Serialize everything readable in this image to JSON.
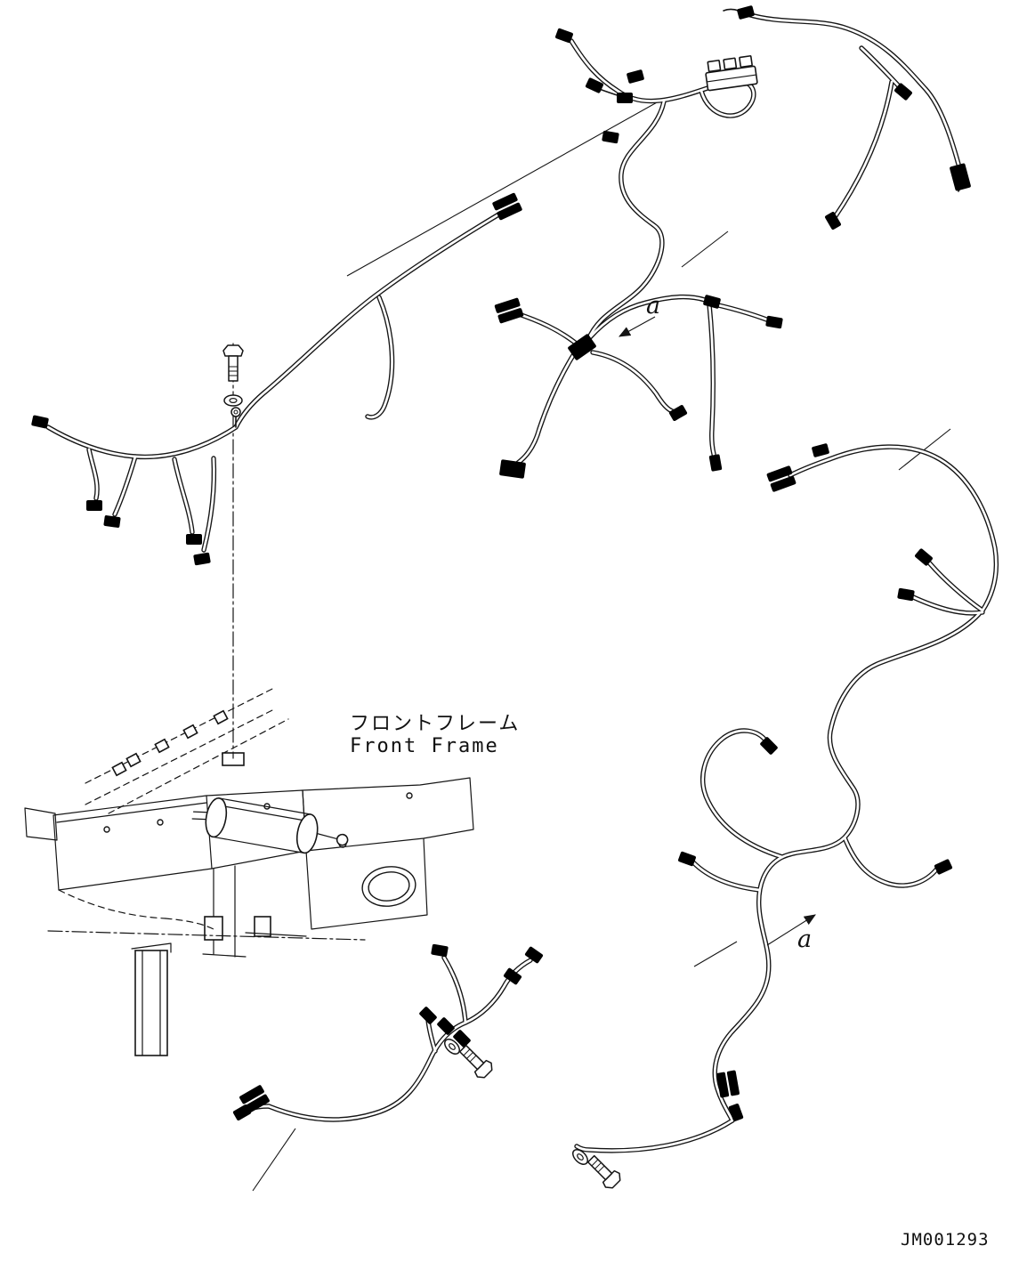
{
  "diagram": {
    "type": "parts-exploded-view-wiring-harness",
    "labels": {
      "frame_jp": "フロントフレーム",
      "frame_en": "Front Frame",
      "section_top": "a",
      "section_bottom": "a",
      "drawing_number": "JM001293"
    },
    "colors": {
      "ink": "#151515",
      "paper": "#ffffff"
    }
  }
}
